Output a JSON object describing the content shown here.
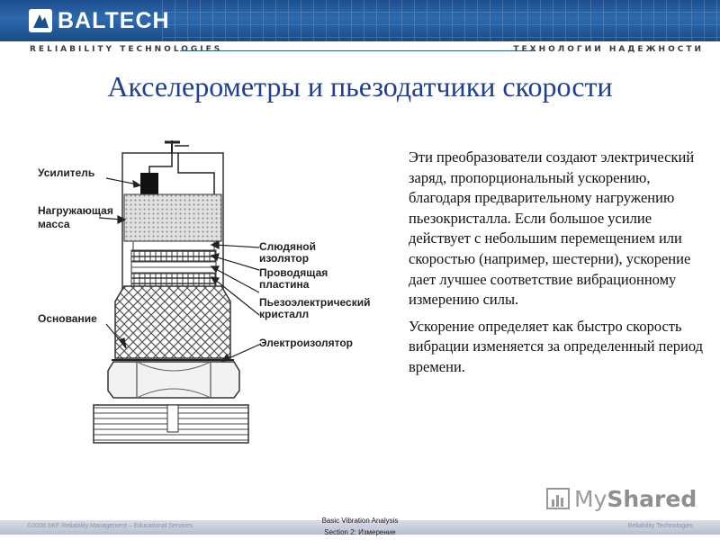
{
  "brand": {
    "name": "BALTECH",
    "tagline_en": "RELIABILITY  TECHNOLOGIES",
    "tagline_ru": "ТЕХНОЛОГИИ НАДЕЖНОСТИ"
  },
  "slide": {
    "title": "Акселерометры и пьезодатчики скорости",
    "paragraphs": [
      "Эти преобразователи создают электрический заряд, пропорциональный  ускорению, благодаря предварительному нагружению пьезокристалла.  Если большое усилие действует с небольшим перемещением или скоростью (например, шестерни), ускорение дает лучшее соответствие вибрационному измерению силы.",
      "Ускорение определяет как быстро скорость вибрации изменяется за определенный период времени."
    ]
  },
  "diagram": {
    "labels": {
      "amplifier": "Усилитель",
      "load_mass_1": "Нагружающая",
      "load_mass_2": "масса",
      "base": "Основание",
      "mica_1": "Слюдяной",
      "mica_2": "изолятор",
      "plate_1": "Проводящая",
      "plate_2": "пластина",
      "crystal_1": "Пьезоэлектрический",
      "crystal_2": "кристалл",
      "insulator": "Электроизолятор"
    }
  },
  "footer": {
    "left": "©2009 SKF Reliability Management – Educational Services",
    "center_1": "Basic Vibration Analysis",
    "center_2": "Section 2: Измерение",
    "right": "Reliability Technologies"
  },
  "watermark": {
    "prefix": "My",
    "suffix": "Shared"
  },
  "colors": {
    "title": "#1f3f92",
    "header_blue": "#1d4f8e",
    "text": "#111111"
  }
}
